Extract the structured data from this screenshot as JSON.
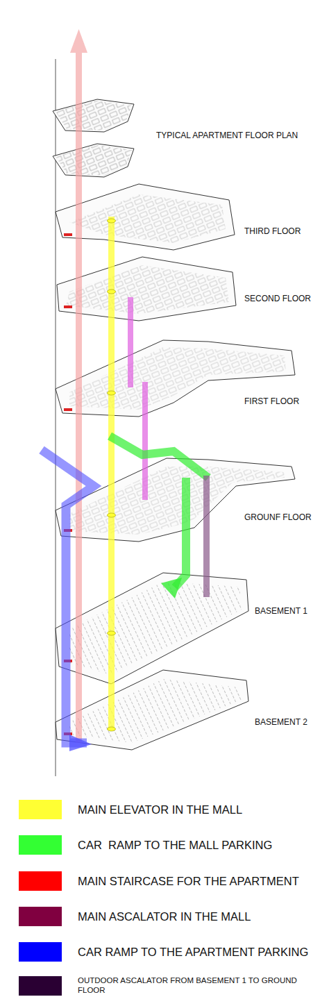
{
  "diagram": {
    "labels": [
      "TYPICAL APARTMENT FLOOR PLAN",
      "THIRD FLOOR",
      "SECOND FLOOR",
      "FIRST FLOOR",
      "GROUNF FLOOR",
      "BASEMENT 1",
      "BASEMENT 2"
    ],
    "legend": [
      {
        "text": "MAIN ELEVATOR IN THE MALL",
        "color": "#ffff33"
      },
      {
        "text": "CAR  RAMP TO THE MALL PARKING",
        "color": "#33ff33"
      },
      {
        "text": "MAIN STAIRCASE FOR THE APARTMENT",
        "color": "#ff0000"
      },
      {
        "text": "MAIN ASCALATOR IN THE MALL",
        "color": "#800040"
      },
      {
        "text": "CAR RAMP TO THE APARTMENT PARKING",
        "color": "#0000ff"
      },
      {
        "text": "OUTDOOR ASCALATOR FROM BASEMENT 1 TO GROUND FLOOR",
        "color": "#2a0033"
      }
    ]
  }
}
